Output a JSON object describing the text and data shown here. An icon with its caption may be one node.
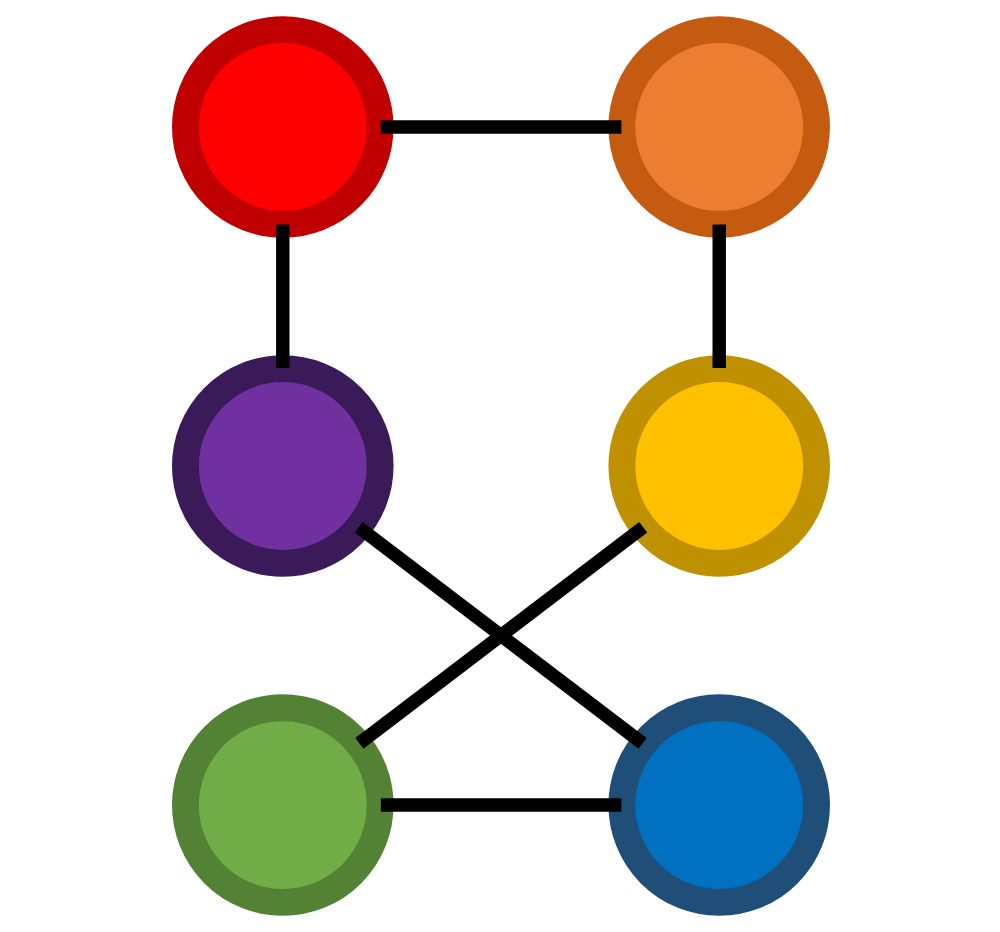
{
  "diagram": {
    "nodes": [
      {
        "text": [],
        "shape": "circle"
      },
      {
        "text": [],
        "shape": "circle"
      },
      {
        "text": [],
        "shape": "circle"
      },
      {
        "text": [],
        "shape": "circle"
      },
      {
        "text": [],
        "shape": "circle"
      },
      {
        "text": [],
        "shape": "circle"
      }
    ],
    "edges": [
      {
        "from": 0,
        "to": 1,
        "arrow": "none"
      },
      {
        "from": 1,
        "to": 3,
        "arrow": "none"
      },
      {
        "from": 3,
        "to": 5,
        "arrow": "none"
      },
      {
        "from": 5,
        "to": 4,
        "arrow": "none"
      },
      {
        "from": 4,
        "to": 2,
        "arrow": "none"
      },
      {
        "from": 2,
        "to": 0,
        "arrow": "none"
      }
    ]
  }
}
